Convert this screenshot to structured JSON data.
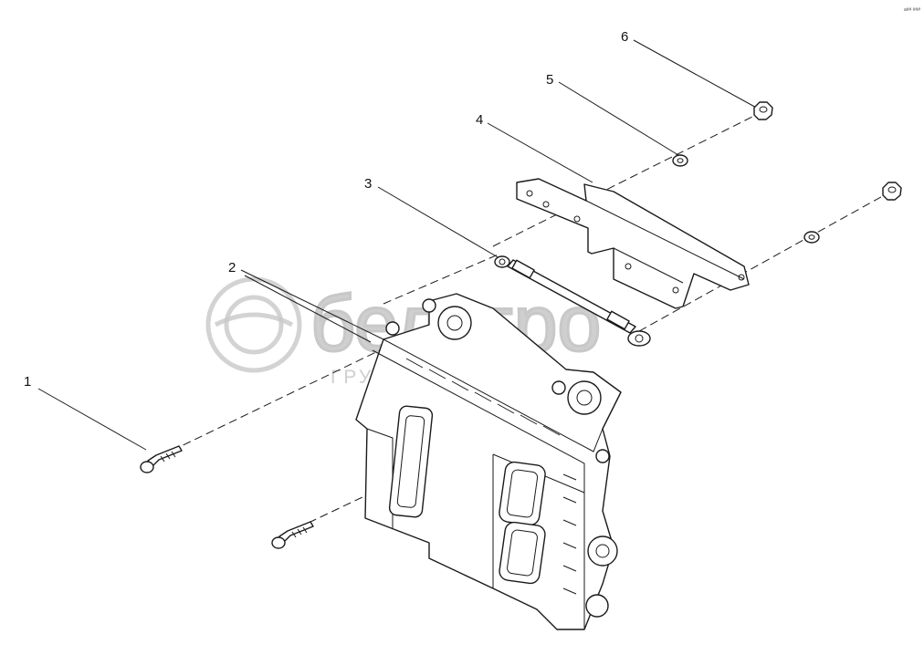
{
  "callouts": [
    {
      "id": "1",
      "label": "1"
    },
    {
      "id": "2",
      "label": "2"
    },
    {
      "id": "3",
      "label": "3"
    },
    {
      "id": "4",
      "label": "4"
    },
    {
      "id": "5",
      "label": "5"
    },
    {
      "id": "6",
      "label": "6"
    }
  ],
  "watermark": {
    "brand": "белагро",
    "subtitle": "ГРУППА КОМПАНИЙ"
  },
  "drawing_ref": "a## ###"
}
